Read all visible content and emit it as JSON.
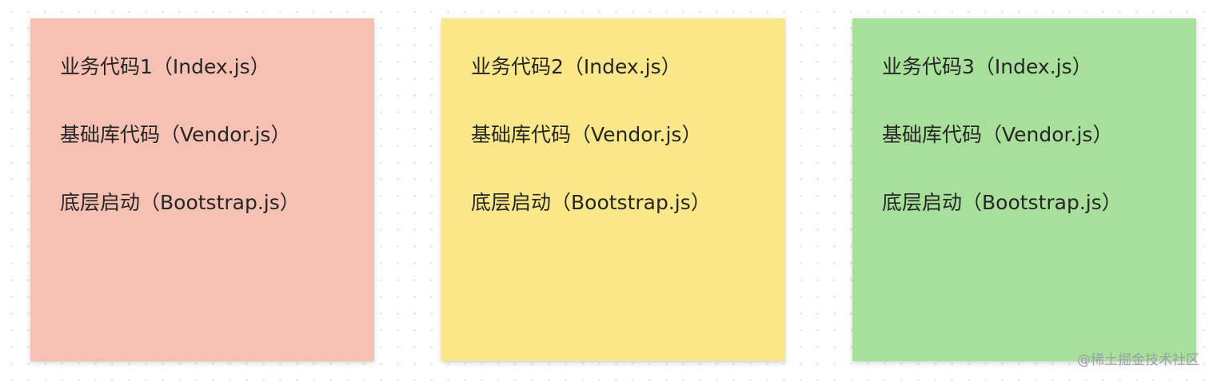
{
  "notes": [
    {
      "color": "#f6c0b3",
      "lines": [
        "业务代码1（Index.js）",
        "基础库代码（Vendor.js）",
        "底层启动（Bootstrap.js）"
      ]
    },
    {
      "color": "#f9e78a",
      "lines": [
        "业务代码2（Index.js）",
        "基础库代码（Vendor.js）",
        "底层启动（Bootstrap.js）"
      ]
    },
    {
      "color": "#a7df9b",
      "lines": [
        "业务代码3（Index.js）",
        "基础库代码（Vendor.js）",
        "底层启动（Bootstrap.js）"
      ]
    }
  ],
  "watermark": "@稀土掘金技术社区"
}
